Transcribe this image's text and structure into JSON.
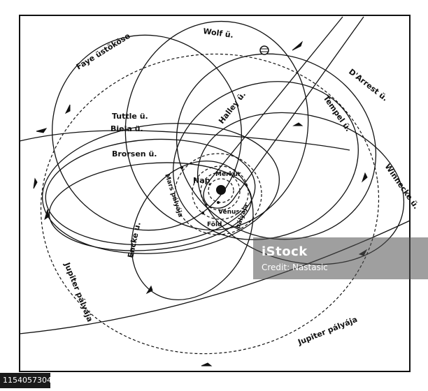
{
  "labels": {
    "faye": "Faye üstököse",
    "wolf": "Wolf ü.",
    "darrest": "D'Arrest ü.",
    "tempel": "Tempel ü.",
    "halley": "Halley ü.",
    "tuttle": "Tuttle ü.",
    "biela": "Biela ü.",
    "brorsen": "Brorsen ü.",
    "winnecke": "Winnecke ü.",
    "mars": "Mars pályája",
    "encke": "Encke ü.",
    "merkur": "Merkur",
    "nap": "Nap",
    "venus": "Vénus",
    "fold": "Föld",
    "palyaja": "pályája",
    "jupiter_left": "Jupiter pályája",
    "jupiter_bottom": "Jupiter pályája"
  },
  "watermark": {
    "logo": "iStock",
    "credit": "Credit: Nastasic"
  },
  "image_id": "1154057304"
}
